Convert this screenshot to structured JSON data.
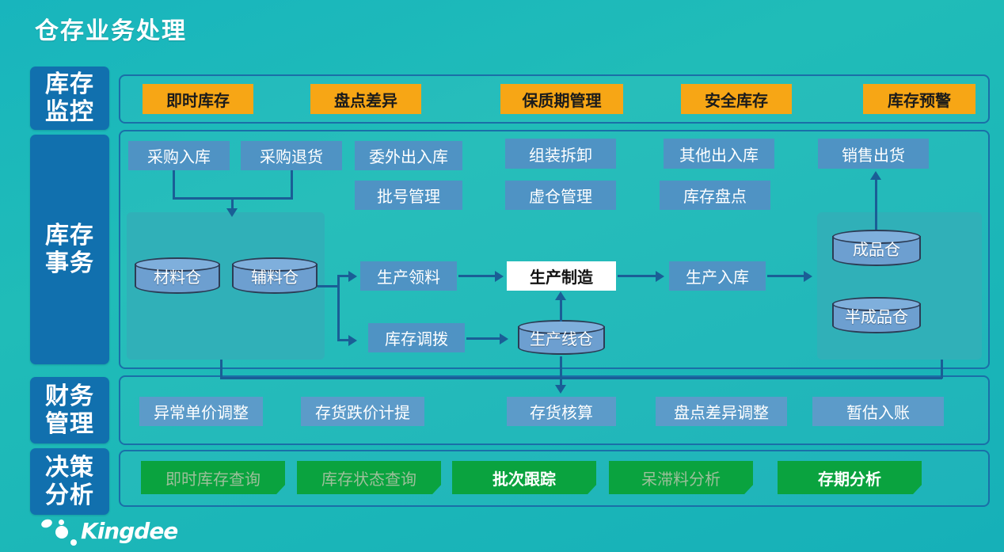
{
  "title": "仓存业务处理",
  "brand": {
    "name": "Kingdee",
    "logo_icon": "kingdee-dots-logo"
  },
  "colors": {
    "background_teal": "#1fb9ba",
    "category_blue": "#1170ae",
    "node_blue": "#4f93c4",
    "orange": "#f7a615",
    "green": "#0aa33f",
    "border_blue": "#1a6fa8",
    "panel_teal": "#30b0b8",
    "cylinder_blue": "#6d9fd0"
  },
  "categories": [
    {
      "id": "inventory-monitor",
      "lines": [
        "库存",
        "监控"
      ]
    },
    {
      "id": "inventory-transaction",
      "lines": [
        "库存",
        "事务"
      ]
    },
    {
      "id": "finance-management",
      "lines": [
        "财务",
        "管理"
      ]
    },
    {
      "id": "decision-analysis",
      "lines": [
        "决策",
        "分析"
      ]
    }
  ],
  "monitor_row": {
    "items": [
      {
        "label": "即时库存"
      },
      {
        "label": "盘点差异"
      },
      {
        "label": "保质期管理"
      },
      {
        "label": "安全库存"
      },
      {
        "label": "库存预警"
      }
    ]
  },
  "transaction_row": {
    "top_nodes": [
      {
        "label": "采购入库"
      },
      {
        "label": "采购退货"
      },
      {
        "label": "委外出入库"
      },
      {
        "label": "组装拆卸"
      },
      {
        "label": "其他出入库"
      },
      {
        "label": "销售出货"
      }
    ],
    "second_nodes": [
      {
        "label": "批号管理"
      },
      {
        "label": "虚仓管理"
      },
      {
        "label": "库存盘点"
      }
    ],
    "flow_nodes": [
      {
        "label": "生产领料"
      },
      {
        "label": "生产制造"
      },
      {
        "label": "生产入库"
      },
      {
        "label": "库存调拨"
      }
    ],
    "warehouses_left": [
      {
        "label": "材料仓"
      },
      {
        "label": "辅料仓"
      }
    ],
    "warehouse_line": {
      "label": "生产线仓"
    },
    "warehouses_right": [
      {
        "label": "成品仓"
      },
      {
        "label": "半成品仓"
      }
    ]
  },
  "finance_row": {
    "items": [
      {
        "label": "异常单价调整"
      },
      {
        "label": "存货跌价计提"
      },
      {
        "label": "存货核算"
      },
      {
        "label": "盘点差异调整"
      },
      {
        "label": "暂估入账"
      }
    ]
  },
  "decision_row": {
    "items": [
      {
        "label": "即时库存查询",
        "emphasis": false
      },
      {
        "label": "库存状态查询",
        "emphasis": false
      },
      {
        "label": "批次跟踪",
        "emphasis": true
      },
      {
        "label": "呆滞料分析",
        "emphasis": false
      },
      {
        "label": "存期分析",
        "emphasis": true
      }
    ]
  }
}
